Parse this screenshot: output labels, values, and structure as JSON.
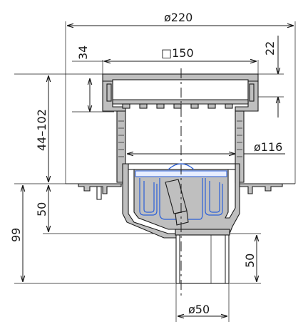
{
  "dimensions": {
    "top_diameter": "ø220",
    "frame_square": "□150",
    "frame_height": "34",
    "collar_height": "22",
    "adjustable_height": "44–102",
    "body_diameter": "ø116",
    "flange_to_outlet": "50",
    "total_lower_height": "99",
    "outlet_length": "50",
    "outlet_diameter": "ø50"
  },
  "colors": {
    "line": "#1a1a1a",
    "body_fill": "#bfbfbf",
    "siphon": "#2a5fd8"
  }
}
